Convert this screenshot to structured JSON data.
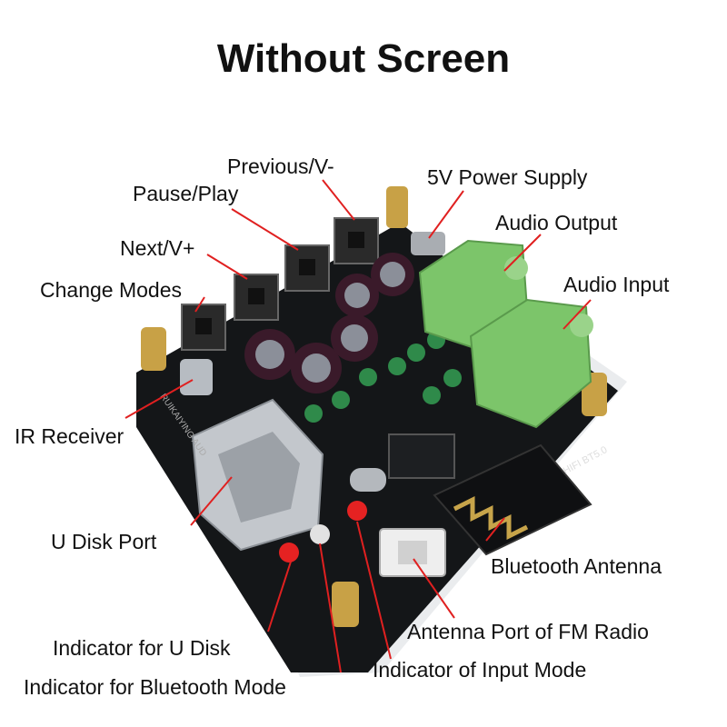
{
  "title": "Without Screen",
  "labels": {
    "previous": "Previous/V-",
    "pause_play": "Pause/Play",
    "next": "Next/V+",
    "change_modes": "Change Modes",
    "power": "5V Power Supply",
    "audio_output": "Audio Output",
    "audio_input": "Audio Input",
    "ir_receiver": "IR Receiver",
    "u_disk_port": "U Disk Port",
    "bt_antenna": "Bluetooth Antenna",
    "fm_antenna": "Antenna Port of FM Radio",
    "ind_u_disk": "Indicator for U Disk",
    "ind_bt": "Indicator for Bluetooth Mode",
    "ind_input": "Indicator of Input Mode"
  },
  "board_markings": {
    "module": "HIFI BT5.0",
    "brand": "RUIKAIYING AUD"
  },
  "colors": {
    "pcb": "#141618",
    "pointer": "#e02020",
    "jack": "#7cc56a",
    "capacitor": "#3a1a2a",
    "led_red": "#e52222",
    "standoff": "#c8a146"
  }
}
